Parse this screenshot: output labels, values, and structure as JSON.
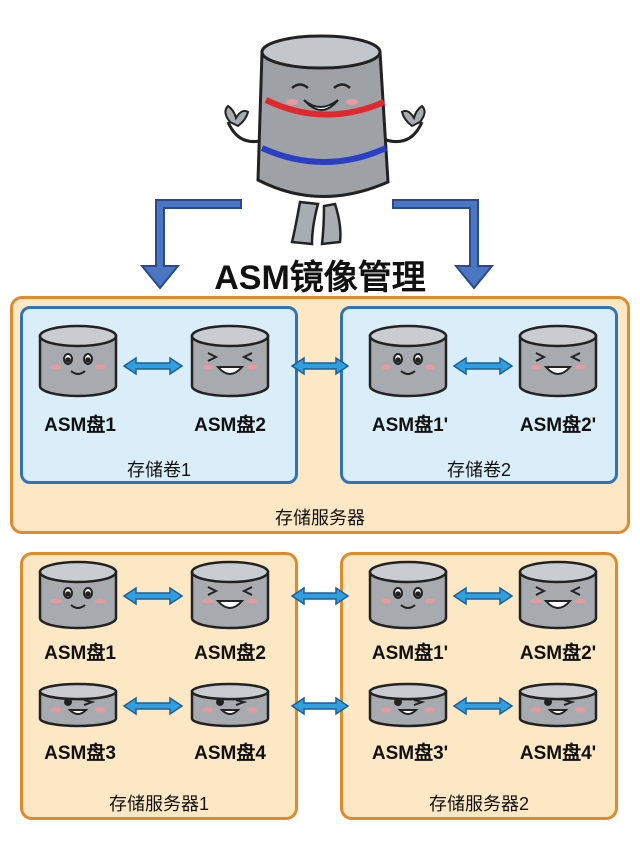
{
  "title": "ASM镜像管理",
  "mascot": {
    "icon": "cylinder-mascot-icon",
    "band_colors": [
      "#e0282f",
      "#2a3fc4"
    ]
  },
  "colors": {
    "server_border": "#e08a2c",
    "server_fill": "#fde8c5",
    "volume_border": "#2f73b6",
    "volume_fill": "#d9eef8",
    "arrow": "#2f9fe0",
    "flow_arrow": "#4a76c4"
  },
  "top_server": {
    "label": "存储服务器",
    "volumes": [
      {
        "label": "存储卷1",
        "disks": [
          "ASM盘1",
          "ASM盘2"
        ]
      },
      {
        "label": "存储卷2",
        "disks": [
          "ASM盘1'",
          "ASM盘2'"
        ]
      }
    ]
  },
  "bottom_servers": [
    {
      "label": "存储服务器1",
      "disks": [
        "ASM盘1",
        "ASM盘2",
        "ASM盘3",
        "ASM盘4"
      ]
    },
    {
      "label": "存储服务器2",
      "disks": [
        "ASM盘1'",
        "ASM盘2'",
        "ASM盘3'",
        "ASM盘4'"
      ]
    }
  ]
}
